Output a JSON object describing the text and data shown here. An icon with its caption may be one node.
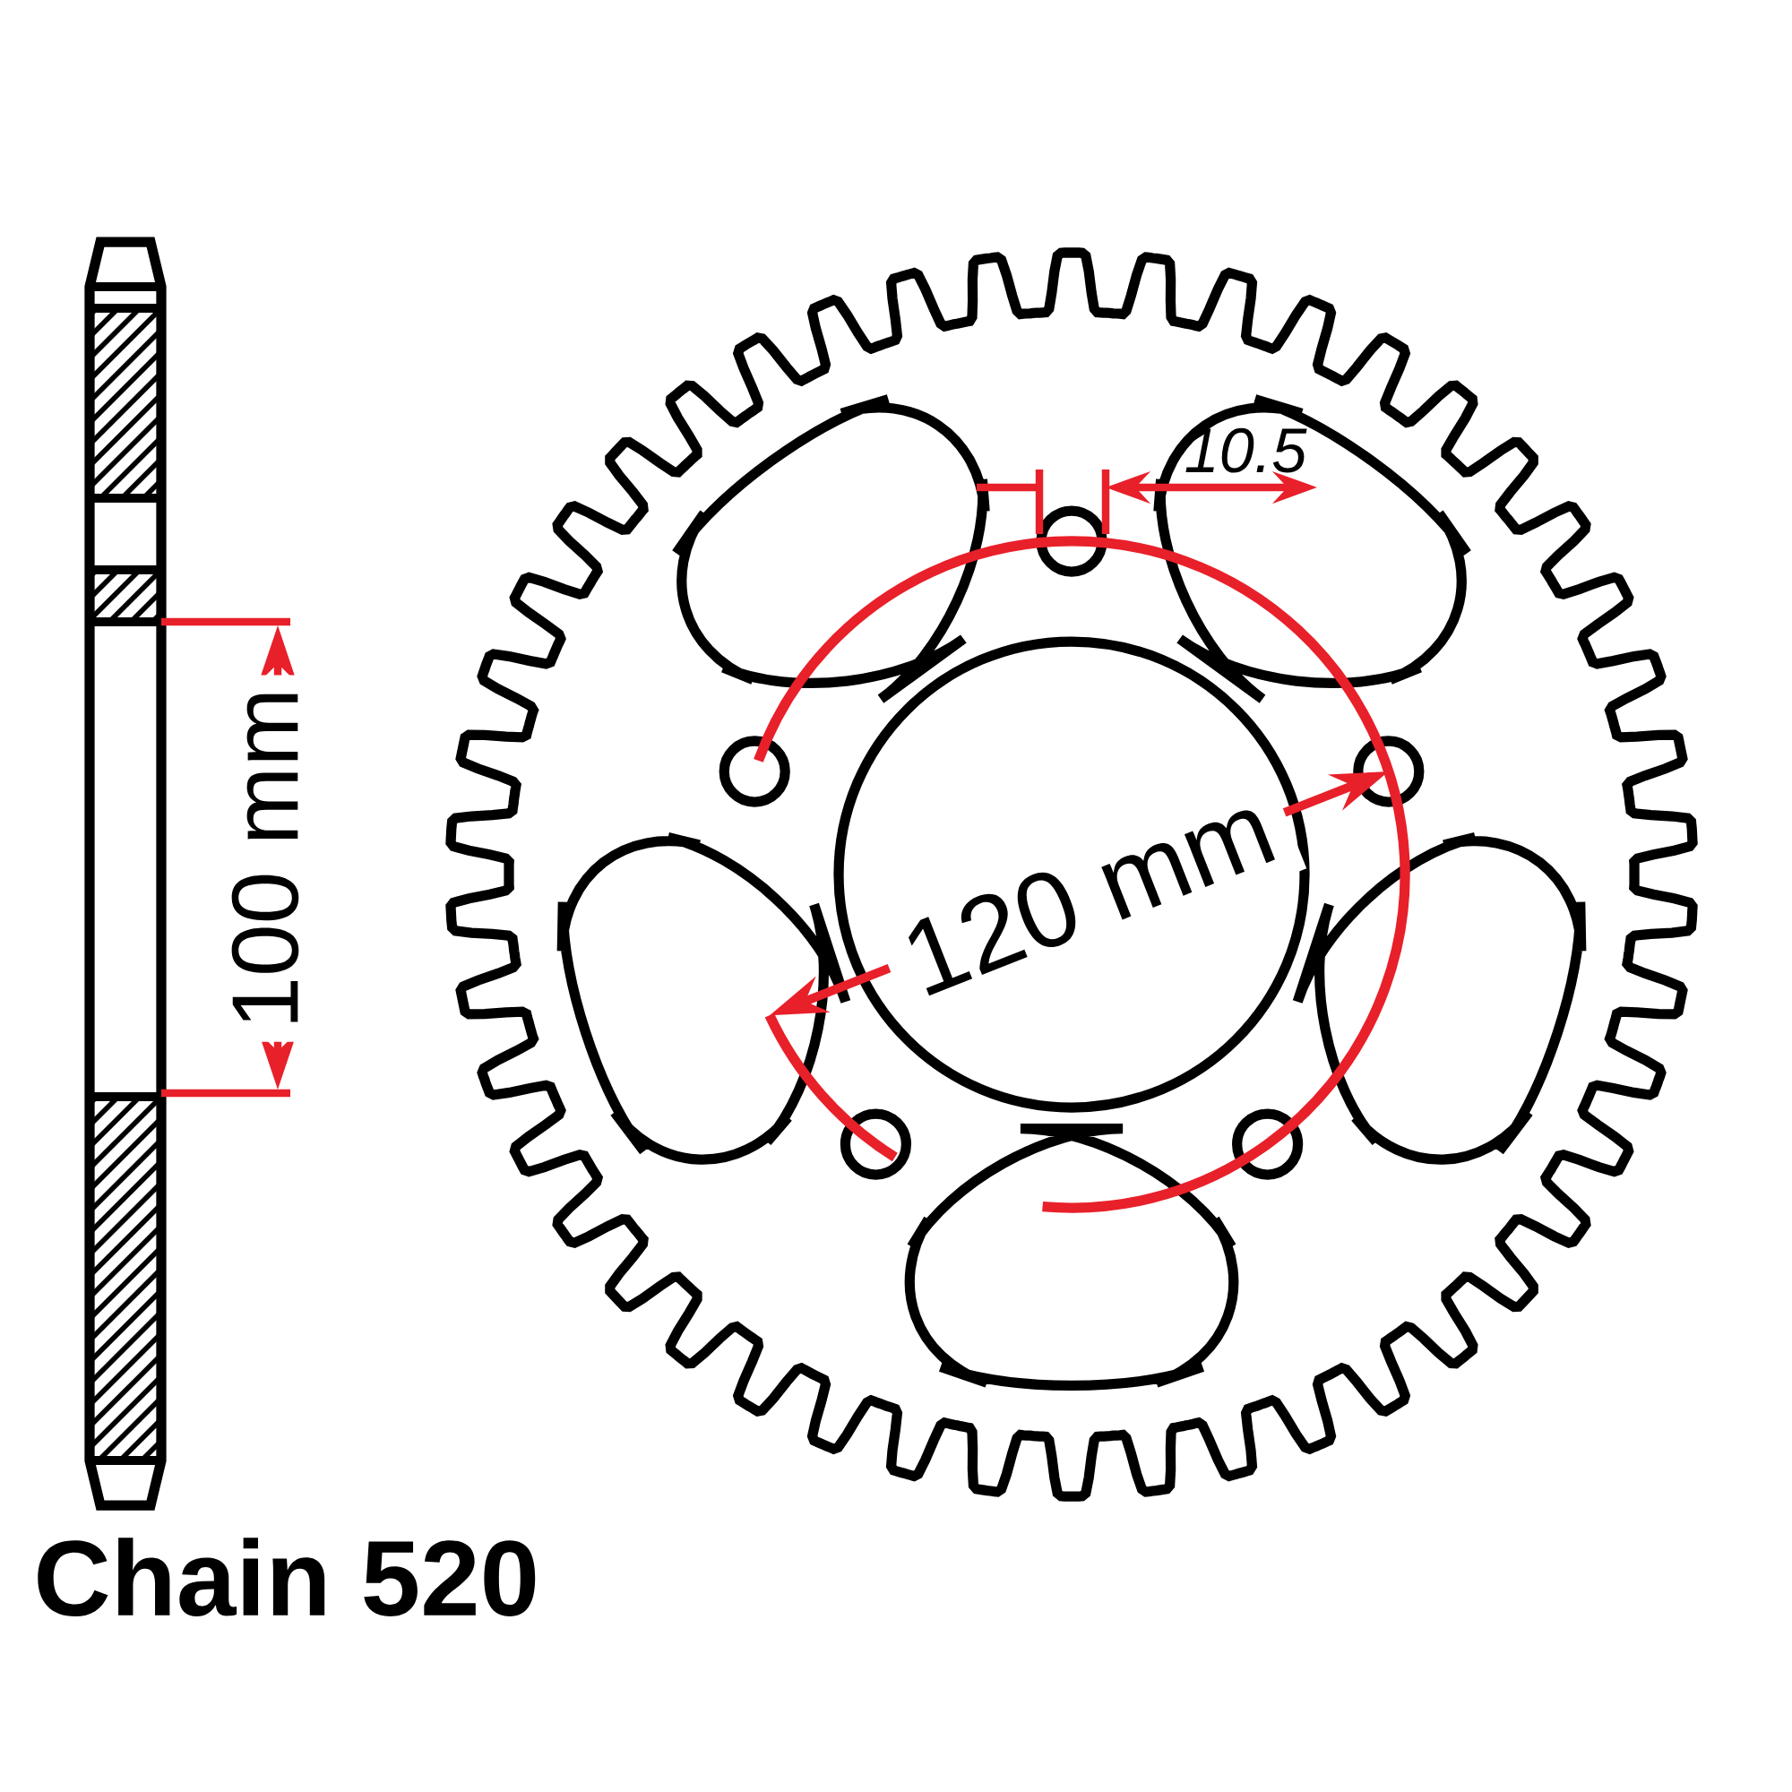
{
  "diagram": {
    "labels": [
      "10.5",
      "100 mm",
      "120 mm",
      "Chain 520"
    ]
  }
}
